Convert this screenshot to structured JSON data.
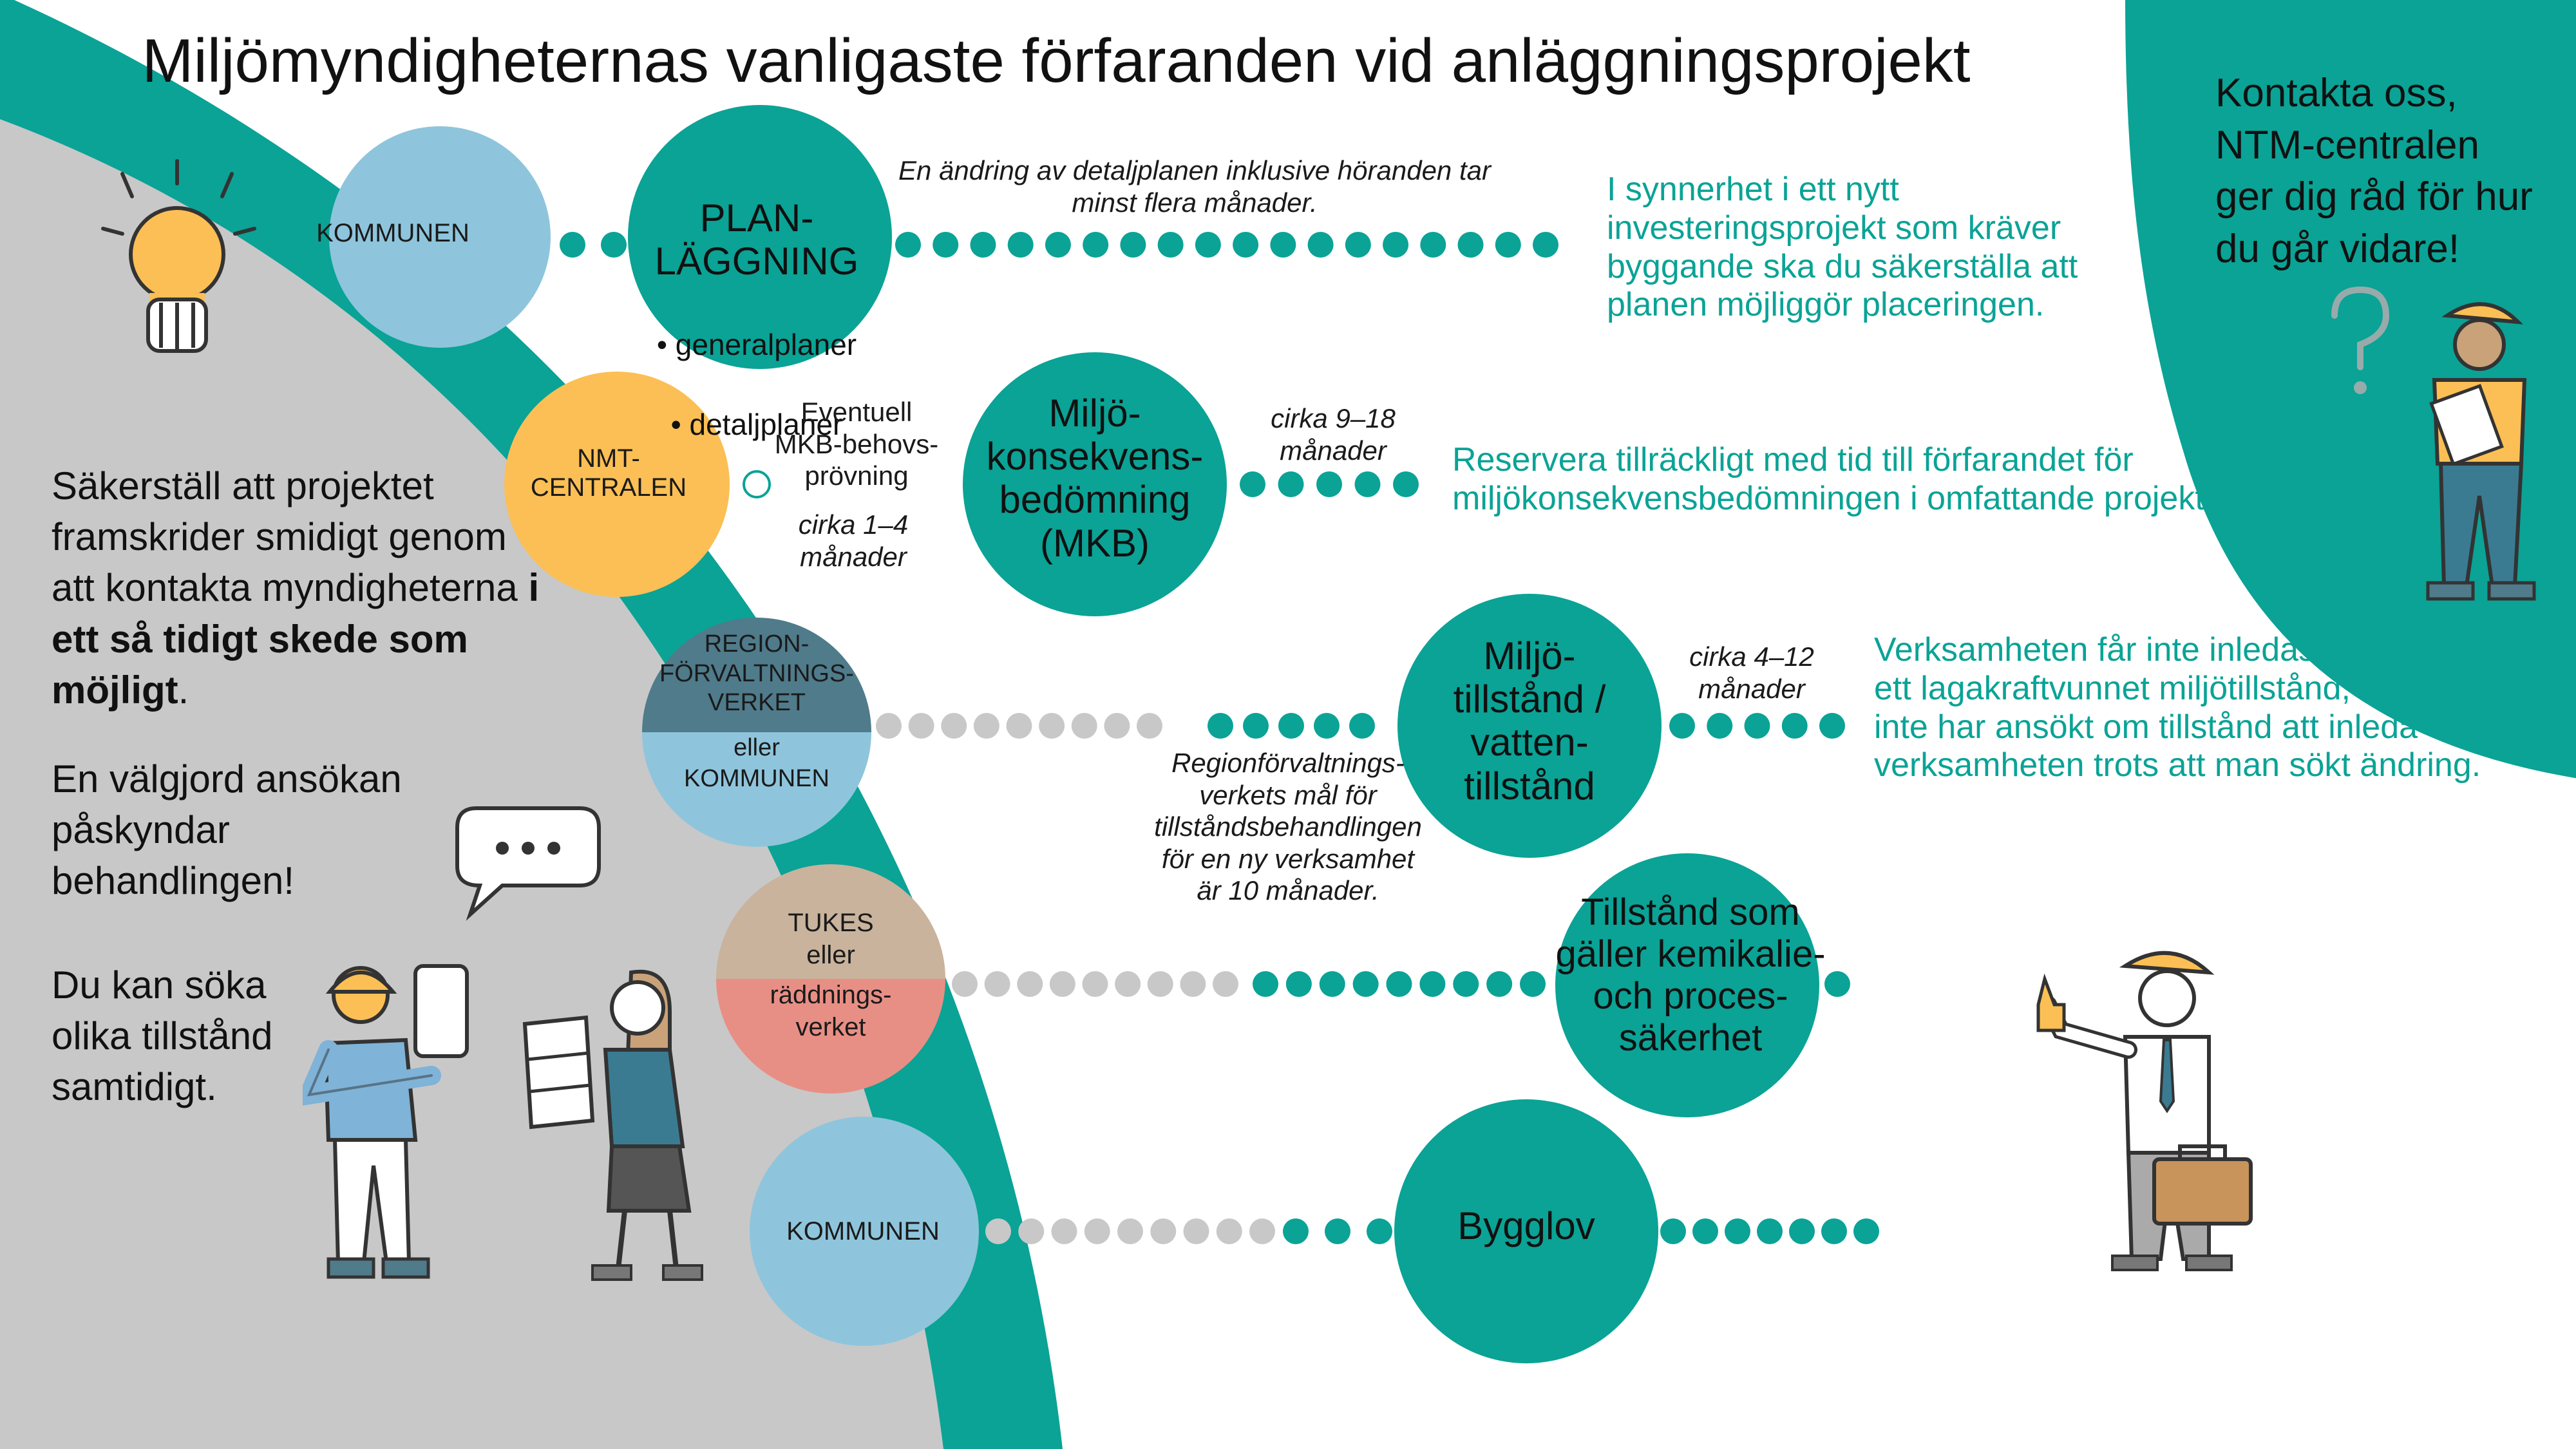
{
  "title": "Miljömyndigheternas vanligaste förfaranden vid anläggningsprojekt",
  "colors": {
    "teal": "#0aa396",
    "grey_panel": "#c8c8c8",
    "light_blue": "#8ec5dc",
    "yellow": "#fbbf55",
    "dark_blue_grey": "#4f7b8b",
    "tan": "#c9b39c",
    "salmon": "#e88f85",
    "dot_grey": "#c8c8c8"
  },
  "icons": [
    "light-bulb-icon",
    "speech-bubble-icon",
    "question-mark-icon",
    "worker-with-tablet-icon",
    "woman-with-papers-icon",
    "worker-with-clipboard-icon",
    "businessman-thumbs-up-icon"
  ],
  "contact": [
    "Kontakta oss,",
    "NTM-centralen",
    "ger dig råd för hur",
    "du går vidare!"
  ],
  "left_panel": {
    "para1_plain": "Säkerställ att projektet framskrider smidigt genom att kontakta myndigheterna ",
    "para1_bold": "i ett så tidigt skede som möjligt",
    "para1_end": ".",
    "para2": "En välgjord ansökan påskyndar behandlingen!",
    "para3": "Du kan söka olika tillstånd samtidigt."
  },
  "rows": [
    {
      "agency": "KOMMUNEN",
      "procedure": "PLAN-\nLÄGGNING",
      "procedure_items": [
        "• generalplaner",
        "• detaljplaner"
      ],
      "duration": "En ändring av detaljplanen inklusive höranden tar minst flera månader.",
      "note": "I synnerhet i ett nytt investeringsprojekt som kräver byggande ska du säkerställa att planen möjliggör placeringen."
    },
    {
      "agency": "NMT-\nCENTRALEN",
      "pre_step": "Eventuell\nMKB-behovs-\nprövning",
      "pre_duration": "cirka 1–4\nmånader",
      "procedure": "Miljö-\nkonsekvens-\nbedömning\n(MKB)",
      "duration": "cirka 9–18\nmånader",
      "note": "Reservera tillräckligt med tid till förfarandet för miljökonsekvensbedömningen i omfattande projekt."
    },
    {
      "agency_top": "REGION-\nFÖRVALTNINGS-\nVERKET",
      "agency_bottom": "eller\nKOMMUNEN",
      "procedure": "Miljö-\ntillstånd /\nvatten-\ntillstånd",
      "duration": "cirka 4–12\nmånader",
      "goal": "Regionförvaltnings-\nverkets mål för\ntillståndsbehandlingen\nför en ny verksamhet\när 10 månader.",
      "note": "Verksamheten får inte inledas före man fått ett lagakraftvunnet miljötillstånd, om man inte har ansökt om tillstånd att inleda verksamheten trots att man sökt ändring."
    },
    {
      "agency_top": "TUKES\neller",
      "agency_bottom": "räddnings-\nverket",
      "procedure": "Tillstånd som\ngäller kemikalie-\noch proces-\nsäkerhet"
    },
    {
      "agency": "KOMMUNEN",
      "procedure": "Bygglov"
    }
  ]
}
